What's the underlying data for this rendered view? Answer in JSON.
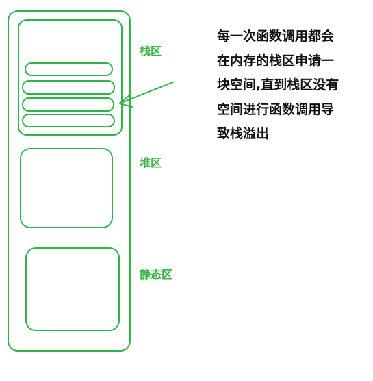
{
  "colors": {
    "stroke": "#2fb54a",
    "label": "#3cb54a",
    "text": "#111111"
  },
  "labels": {
    "stack": "栈区",
    "heap": "堆区",
    "static": "静态区"
  },
  "note": {
    "lines": [
      "每一次函数调用都会",
      "在内存的栈区申请一",
      "块空间,直到栈区没有",
      "空间进行函数调用导",
      "致栈溢出"
    ]
  },
  "stack_frames": {
    "count": 4
  }
}
